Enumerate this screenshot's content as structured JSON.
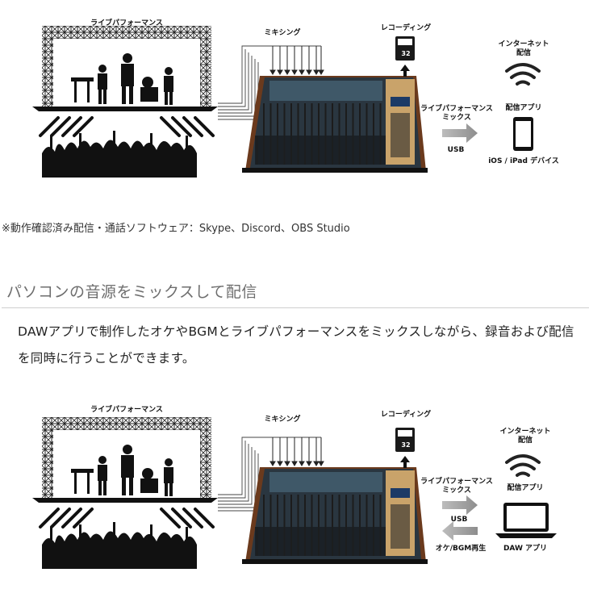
{
  "diagram1": {
    "stage_label": "ライブパフォーマンス",
    "mixing_label": "ミキシング",
    "recording_label": "レコーディング",
    "sd_label": "32",
    "mix_label_line1": "ライブパフォーマンス",
    "mix_label_line2": "ミックス",
    "usb_label": "USB",
    "internet_label_line1": "インターネット",
    "internet_label_line2": "配信",
    "app_label": "配信アプリ",
    "device_label": "iOS / iPad デバイス"
  },
  "note": "※動作確認済み配信・通話ソフトウェア：Skype、Discord、OBS Studio",
  "section": {
    "title": "パソコンの音源をミックスして配信",
    "body": "DAWアプリで制作したオケやBGMとライブパフォーマンスをミックスしながら、録音および配信を同時に行うことができます。"
  },
  "diagram2": {
    "stage_label": "ライブパフォーマンス",
    "mixing_label": "ミキシング",
    "recording_label": "レコーディング",
    "sd_label": "32",
    "mix_label_line1": "ライブパフォーマンス",
    "mix_label_line2": "ミックス",
    "usb_label": "USB",
    "return_label": "オケ/BGM再生",
    "internet_label_line1": "インターネット",
    "internet_label_line2": "配信",
    "app_label": "配信アプリ",
    "device_label": "DAW アプリ"
  }
}
